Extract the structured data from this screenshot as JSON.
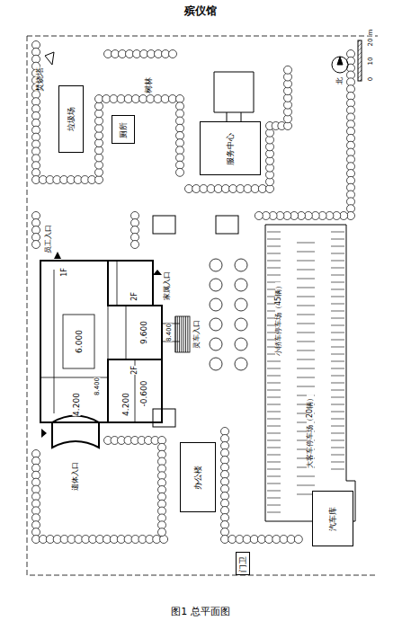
{
  "diagram": {
    "title": "殡仪馆",
    "caption": "图1 总平面图",
    "nodes": [
      {
        "text": [
          "垃圾场"
        ]
      },
      {
        "text": [
          "厕所"
        ]
      },
      {
        "text": [
          "服务中心"
        ]
      },
      {
        "text": [
          "办公楼"
        ]
      },
      {
        "text": [
          "汽车库"
        ]
      },
      {
        "text": [
          "门卫"
        ]
      }
    ],
    "labels": [
      "焚烧塔",
      "树林",
      "北",
      "0",
      "10",
      "20",
      "m",
      "1F",
      "2F",
      "2F",
      "6.000",
      "9.600",
      "-0.600",
      "4.200",
      "4.200",
      "8.400",
      "8.400",
      "员工入口",
      "家属入口",
      "灵车入口",
      "遗体入口",
      "小轿车停车场（45辆）",
      "大客车停车场（20辆）"
    ]
  }
}
